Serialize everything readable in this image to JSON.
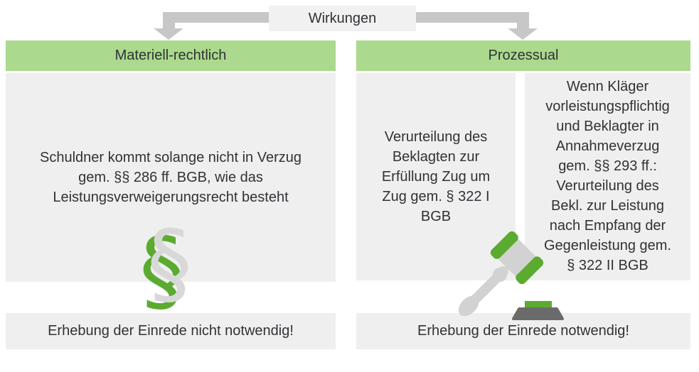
{
  "diagram": {
    "root_label": "Wirkungen",
    "left_column": {
      "header": "Materiell-rechtlich",
      "body_lines": [
        "Schuldner kommt solange nicht in Verzug",
        "gem. §§ 286 ff. BGB, wie das",
        "Leistungsverweigerungsrecht besteht"
      ],
      "icon": "section-sign-icon",
      "icon_glyph": "§",
      "footer": "Erhebung der Einrede nicht notwendig!"
    },
    "right_column": {
      "header": "Prozessual",
      "box_left_lines": [
        "Verurteilung des",
        "Beklagten zur",
        "Erfüllung Zug um",
        "Zug gem. § 322 I",
        "BGB"
      ],
      "box_right_lines": [
        "Wenn Kläger",
        "vorleistungspflichtig",
        "und Beklagter in",
        "Annahmeverzug",
        "gem. §§ 293 ff.:",
        "Verurteilung des",
        "Bekl. zur Leistung",
        "nach Empfang der",
        "Gegenleistung gem.",
        "§ 322 II BGB"
      ],
      "icon": "gavel-icon",
      "footer": "Erhebung der Einrede notwendig!"
    },
    "colors": {
      "header_green": "#abd98d",
      "accent_green": "#5aab2f",
      "box_gray": "#efefef",
      "panel_gray": "#f1f1f1",
      "arrow_gray": "#c7c7c7",
      "gavel_gray": "#d2d2d2",
      "block_dark": "#6b6b6b",
      "text_color": "#303236"
    }
  }
}
